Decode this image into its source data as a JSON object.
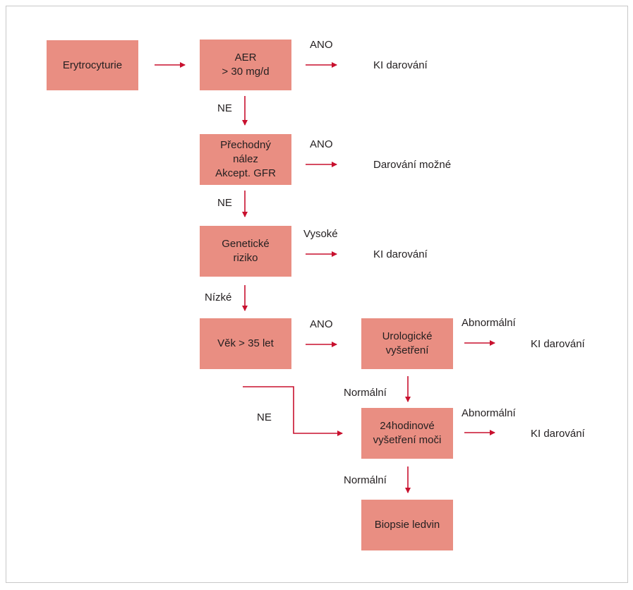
{
  "colors": {
    "box_fill": "#e98e82",
    "arrow": "#c8102e",
    "frame_border": "#c8c8c8"
  },
  "nodes": {
    "erytrocyturie": "Erytrocyturie",
    "aer": "AER\n> 30 mg/d",
    "prechodny": "Přechodný\nnález\nAkcept. GFR",
    "geneticke": "Genetické\nriziko",
    "vek": "Věk > 35 let",
    "urologicke": "Urologické\nvyšetření",
    "hodinove": "24hodinové\nvyšetření moči",
    "biopsie": "Biopsie ledvin"
  },
  "outcomes": {
    "kl_1": "KI darování",
    "darovani_mozne": "Darování možné",
    "kl_2": "KI darování",
    "kl_3": "KI darování",
    "kl_4": "KI darování"
  },
  "edge_labels": {
    "ano_1": "ANO",
    "ne_1": "NE",
    "ano_2": "ANO",
    "ne_2": "NE",
    "vysoke": "Vysoké",
    "nizke": "Nízké",
    "ano_3": "ANO",
    "ne_3": "NE",
    "abnormalni_1": "Abnormální",
    "normalni_1": "Normální",
    "abnormalni_2": "Abnormální",
    "normalni_2": "Normální"
  }
}
